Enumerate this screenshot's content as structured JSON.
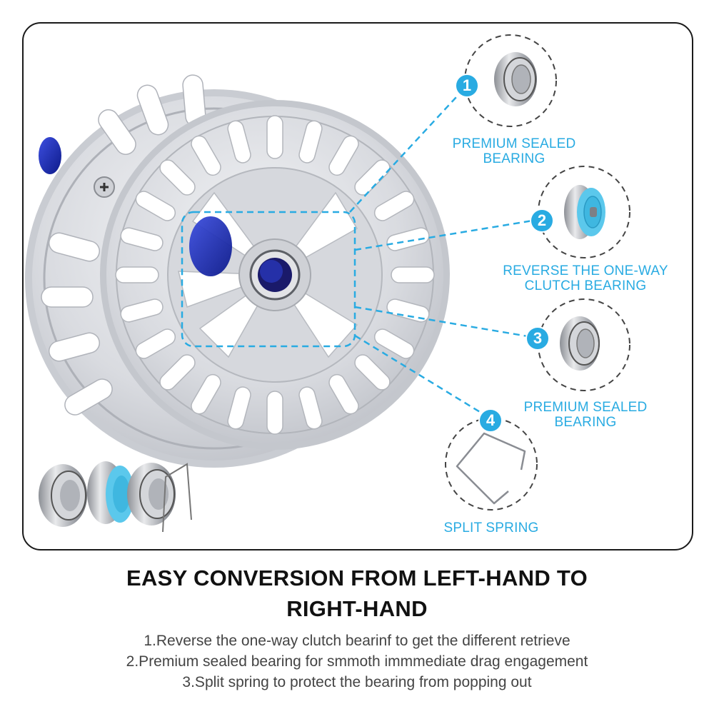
{
  "image": {
    "description": "Fly fishing reel product feature graphic with callouts",
    "accent_color": "#29abe2",
    "panel_border_color": "#1a1a1a"
  },
  "callouts": [
    {
      "number": "1",
      "label_line1": "PREMIUM SEALED",
      "label_line2": "BEARING",
      "icon": "sealed-bearing-icon"
    },
    {
      "number": "2",
      "label_line1": "REVERSE THE ONE-WAY",
      "label_line2": "CLUTCH BEARING",
      "icon": "clutch-bearing-icon"
    },
    {
      "number": "3",
      "label_line1": "PREMIUM SEALED",
      "label_line2": "BEARING",
      "icon": "sealed-bearing-icon"
    },
    {
      "number": "4",
      "label_line1": "SPLIT SPRING",
      "label_line2": "",
      "icon": "split-spring-icon"
    }
  ],
  "heading": {
    "line1": "EASY CONVERSION FROM LEFT-HAND TO",
    "line2": "RIGHT-HAND"
  },
  "features": [
    "1.Reverse the one-way clutch bearinf to get the different retrieve",
    "2.Premium sealed bearing for smmoth immmediate drag engagement",
    "3.Split spring to protect the bearing from popping out"
  ]
}
